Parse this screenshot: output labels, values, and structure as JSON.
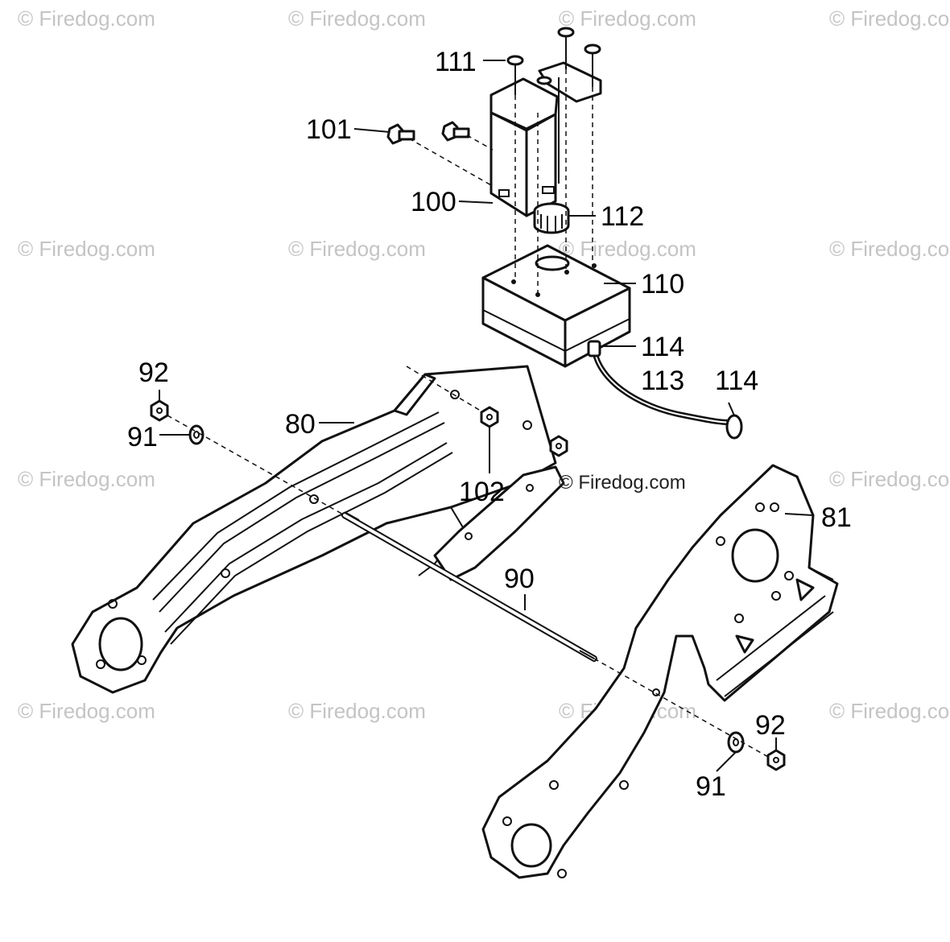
{
  "watermark": {
    "text": "© Firedog.com",
    "text_clipped": "© Firedog.co"
  },
  "credit": "© Firedog.com",
  "callouts": {
    "c111": "111",
    "c101": "101",
    "c100": "100",
    "c112": "112",
    "c110": "110",
    "c114a": "114",
    "c113": "113",
    "c114b": "114",
    "c92a": "92",
    "c91a": "91",
    "c80": "80",
    "c102": "102",
    "c81": "81",
    "c90": "90",
    "c92b": "92",
    "c91b": "91"
  }
}
